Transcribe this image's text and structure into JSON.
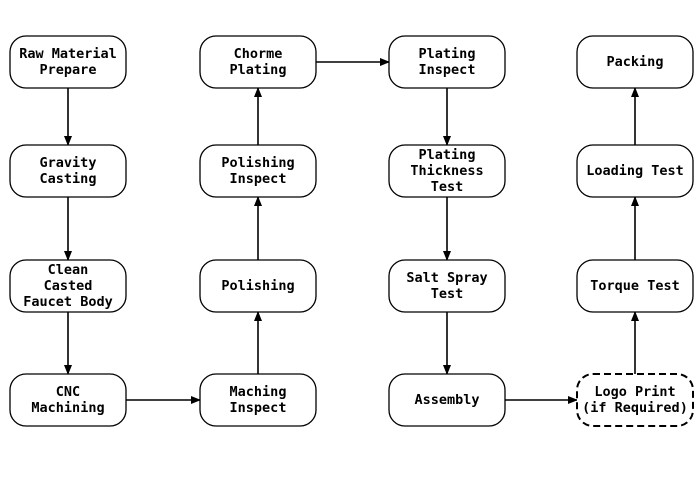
{
  "diagram": {
    "nodes": [
      {
        "id": "raw-material-prepare",
        "lines": [
          "Raw Material",
          "Prepare"
        ],
        "style": "solid"
      },
      {
        "id": "gravity-casting",
        "lines": [
          "Gravity",
          "Casting"
        ],
        "style": "solid"
      },
      {
        "id": "clean-casted-faucet-body",
        "lines": [
          "Clean",
          "Casted",
          "Faucet Body"
        ],
        "style": "solid"
      },
      {
        "id": "cnc-machining",
        "lines": [
          "CNC",
          "Machining"
        ],
        "style": "solid"
      },
      {
        "id": "maching-inspect",
        "lines": [
          "Maching",
          "Inspect"
        ],
        "style": "solid"
      },
      {
        "id": "polishing",
        "lines": [
          "Polishing"
        ],
        "style": "solid"
      },
      {
        "id": "polishing-inspect",
        "lines": [
          "Polishing",
          "Inspect"
        ],
        "style": "solid"
      },
      {
        "id": "chorme-plating",
        "lines": [
          "Chorme",
          "Plating"
        ],
        "style": "solid"
      },
      {
        "id": "plating-inspect",
        "lines": [
          "Plating",
          "Inspect"
        ],
        "style": "solid"
      },
      {
        "id": "plating-thickness-test",
        "lines": [
          "Plating",
          "Thickness",
          "Test"
        ],
        "style": "solid"
      },
      {
        "id": "salt-spray-test",
        "lines": [
          "Salt Spray",
          "Test"
        ],
        "style": "solid"
      },
      {
        "id": "assembly",
        "lines": [
          "Assembly"
        ],
        "style": "solid"
      },
      {
        "id": "logo-print",
        "lines": [
          "Logo Print",
          "(if Required)"
        ],
        "style": "dashed"
      },
      {
        "id": "torque-test",
        "lines": [
          "Torque Test"
        ],
        "style": "solid"
      },
      {
        "id": "loading-test",
        "lines": [
          "Loading Test"
        ],
        "style": "solid"
      },
      {
        "id": "packing",
        "lines": [
          "Packing"
        ],
        "style": "solid"
      }
    ],
    "edges": [
      {
        "from": "raw-material-prepare",
        "to": "gravity-casting"
      },
      {
        "from": "gravity-casting",
        "to": "clean-casted-faucet-body"
      },
      {
        "from": "clean-casted-faucet-body",
        "to": "cnc-machining"
      },
      {
        "from": "cnc-machining",
        "to": "maching-inspect"
      },
      {
        "from": "maching-inspect",
        "to": "polishing"
      },
      {
        "from": "polishing",
        "to": "polishing-inspect"
      },
      {
        "from": "polishing-inspect",
        "to": "chorme-plating"
      },
      {
        "from": "chorme-plating",
        "to": "plating-inspect"
      },
      {
        "from": "plating-inspect",
        "to": "plating-thickness-test"
      },
      {
        "from": "plating-thickness-test",
        "to": "salt-spray-test"
      },
      {
        "from": "salt-spray-test",
        "to": "assembly"
      },
      {
        "from": "assembly",
        "to": "logo-print"
      },
      {
        "from": "logo-print",
        "to": "torque-test"
      },
      {
        "from": "torque-test",
        "to": "loading-test"
      },
      {
        "from": "loading-test",
        "to": "packing"
      }
    ],
    "colors": {
      "stroke": "#000000",
      "fill": "#ffffff",
      "text": "#000000"
    }
  }
}
